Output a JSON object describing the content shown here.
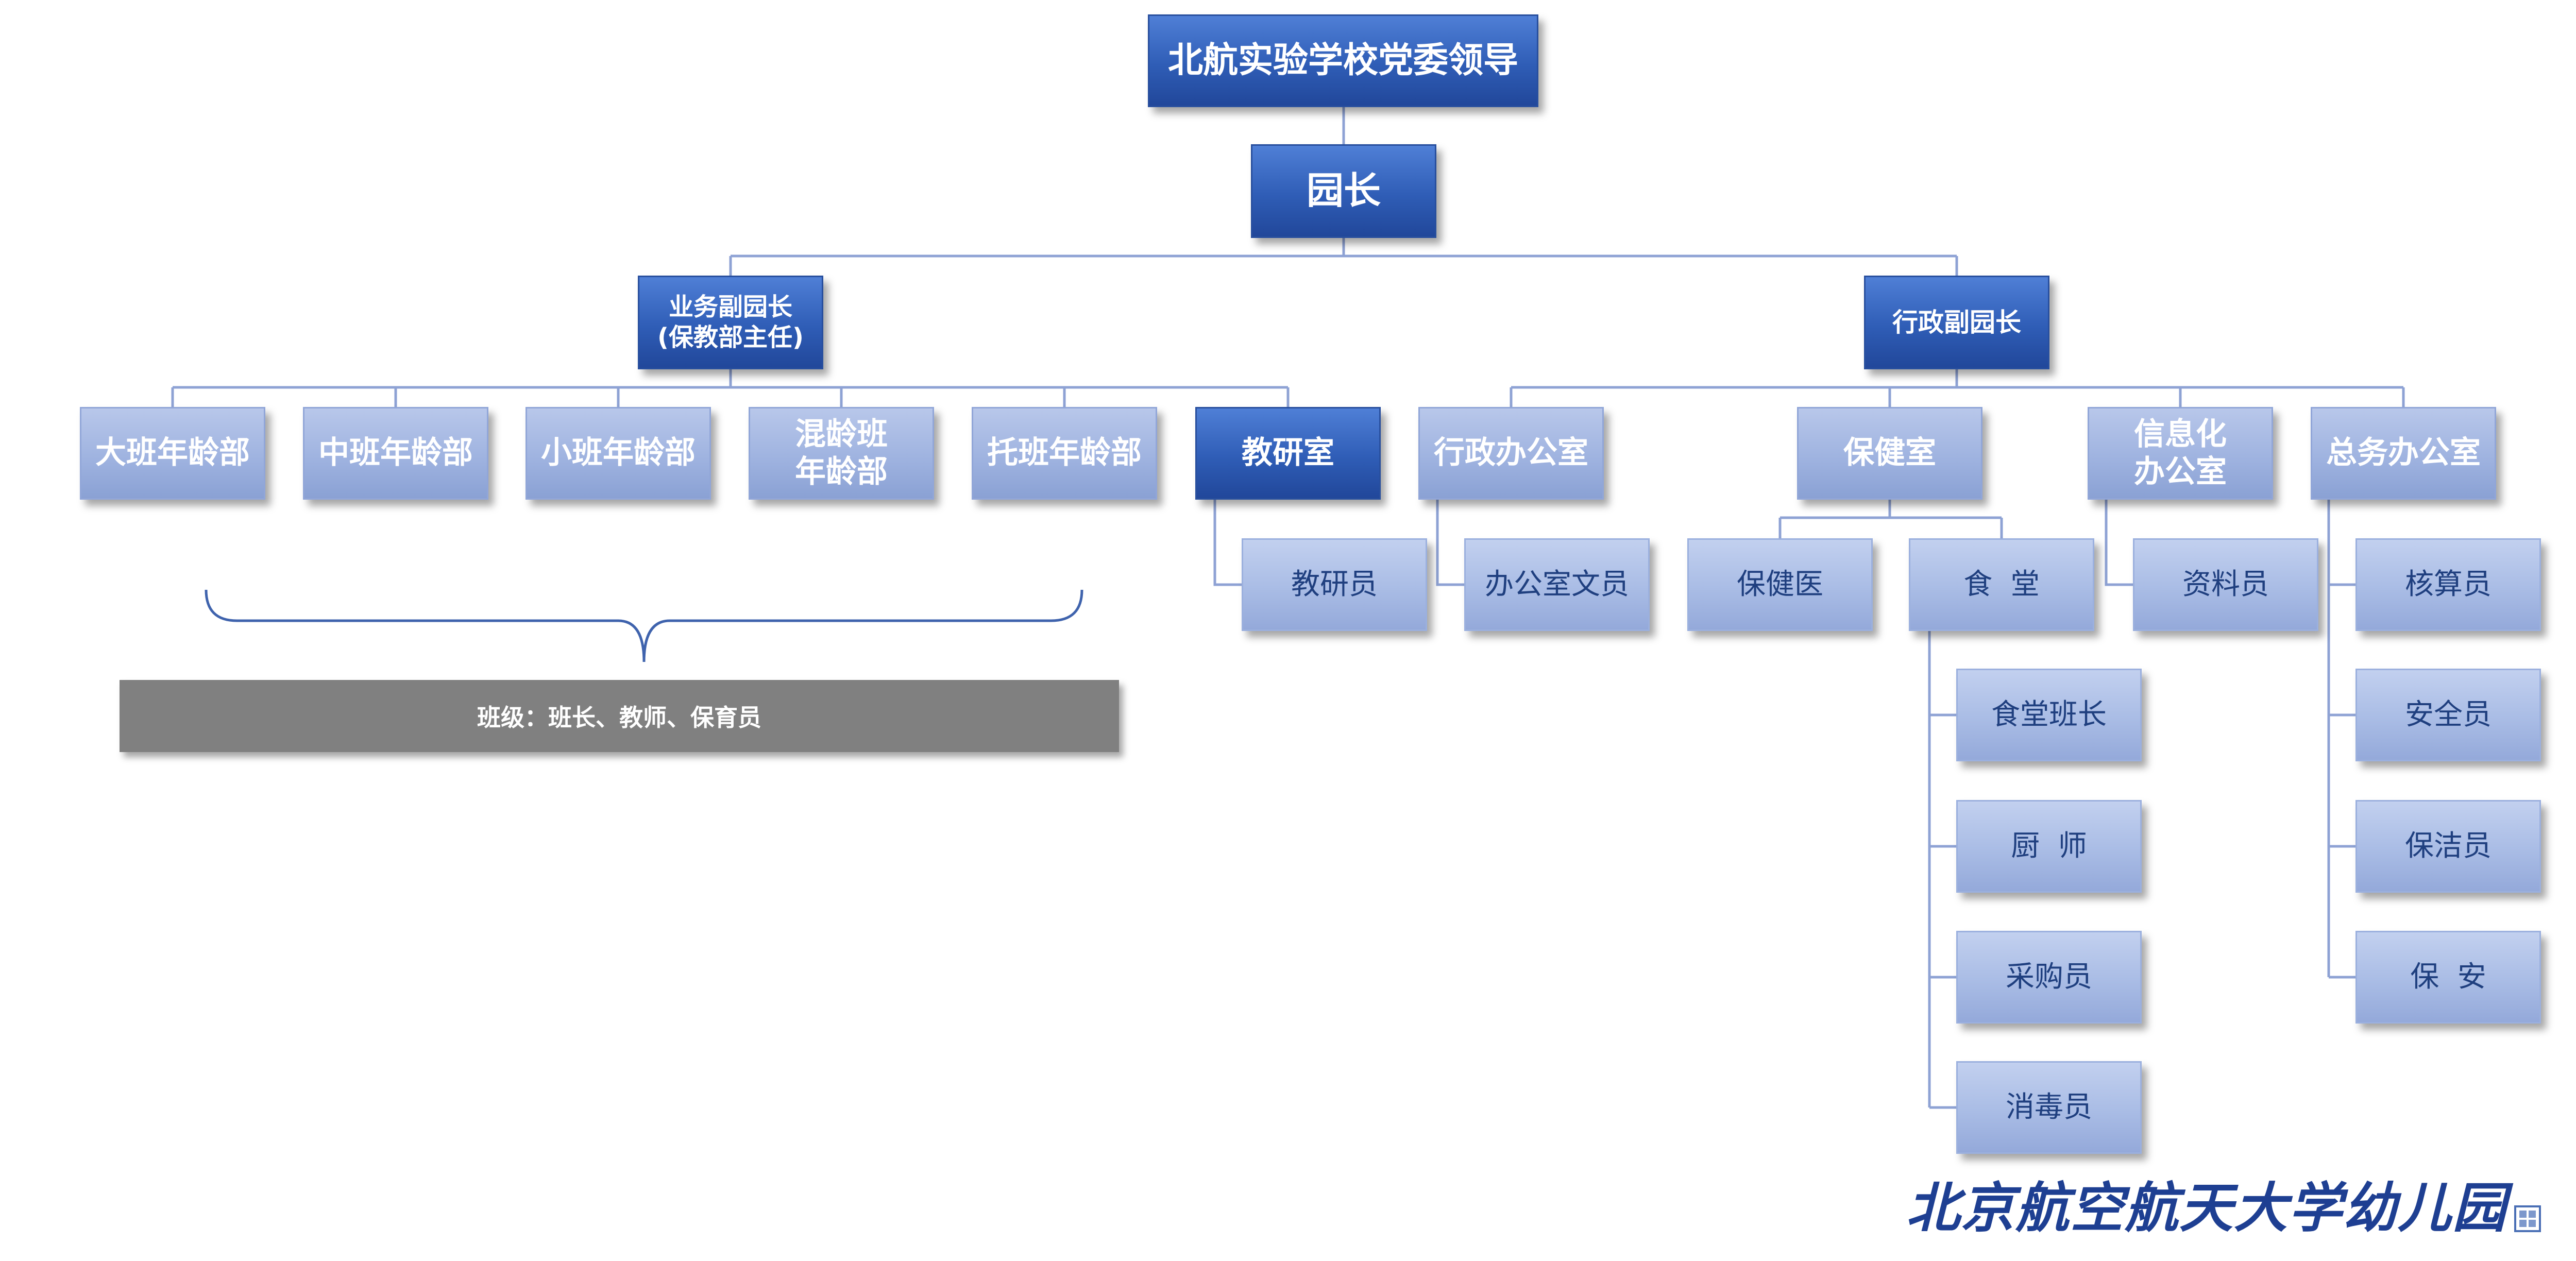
{
  "top": {
    "label": "北航实验学校党委领导"
  },
  "director": {
    "label": "园长"
  },
  "vice_business": {
    "line1": "业务副园长",
    "line2": "(保教部主任)"
  },
  "vice_admin": {
    "label": "行政副园长"
  },
  "grades": [
    {
      "lines": [
        "大班年龄部"
      ]
    },
    {
      "lines": [
        "中班年龄部"
      ]
    },
    {
      "lines": [
        "小班年龄部"
      ]
    },
    {
      "lines": [
        "混龄班",
        "年龄部"
      ]
    },
    {
      "lines": [
        "托班年龄部"
      ]
    }
  ],
  "research": {
    "label": "教研室",
    "staff": "教研员"
  },
  "admin_office": {
    "label": "行政办公室",
    "staff": "办公室文员"
  },
  "health": {
    "label": "保健室",
    "doctor": "保健医",
    "canteen": "食  堂",
    "canteen_staff": [
      "食堂班长",
      "厨  师",
      "采购员",
      "消毒员"
    ]
  },
  "info_office": {
    "lines": [
      "信息化",
      "办公室"
    ],
    "staff": "资料员"
  },
  "general_office": {
    "label": "总务办公室",
    "staff": [
      "核算员",
      "安全员",
      "保洁员",
      "保  安"
    ]
  },
  "class_bar": {
    "label": "班级：班长、教师、保育员"
  },
  "logo": {
    "text": "北京航空航天大学幼儿园"
  }
}
